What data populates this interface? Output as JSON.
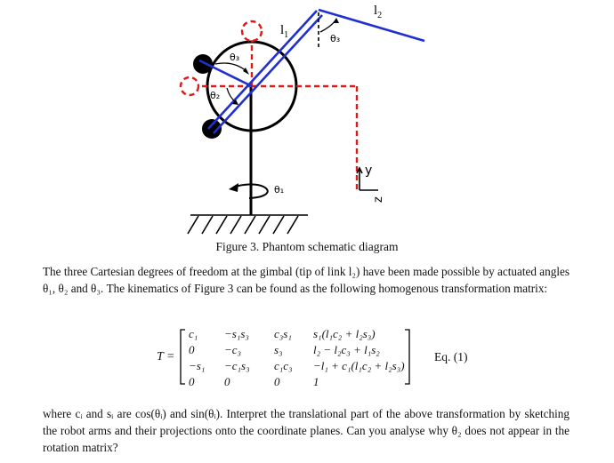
{
  "figure": {
    "labels": {
      "l1": "l",
      "l1_sub": "1",
      "l2": "l",
      "l2_sub": "2",
      "theta3_top": "θ₃",
      "theta3_left": "θ₃",
      "theta2": "θ₂",
      "theta1": "θ₁",
      "axis_y": "y",
      "axis_z": "z"
    },
    "colors": {
      "arm": "#1f2fd0",
      "frame": "#e01818",
      "structure": "#000000"
    },
    "caption": "Figure 3. Phantom schematic diagram"
  },
  "text": {
    "para1": "The three Cartesian degrees of freedom at the gimbal (tip of link l₂) have been made possible by actuated angles θ₁, θ₂ and θ₃. The kinematics of Figure 3 can be found as the following homogenous transformation matrix:",
    "para2": "where cᵢ and sᵢ are cos(θᵢ) and sin(θᵢ). Interpret the translational part of the above transformation by sketching the robot arms and their projections onto the coordinate planes. Can you analyse why θ₂ does not appear in the rotation matrix?"
  },
  "equation": {
    "lhs": "T =",
    "label": "Eq. (1)",
    "rows": [
      [
        "c₁",
        "−s₁s₃",
        "c₃s₁",
        "s₁(l₁c₂ + l₂s₃)"
      ],
      [
        "0",
        "−c₃",
        "s₃",
        "l₂ − l₂c₃ + l₁s₂"
      ],
      [
        "−s₁",
        "−c₁s₃",
        "c₁c₃",
        "−l₁ + c₁(l₁c₂ + l₂s₃)"
      ],
      [
        "0",
        "0",
        "0",
        "1"
      ]
    ]
  }
}
